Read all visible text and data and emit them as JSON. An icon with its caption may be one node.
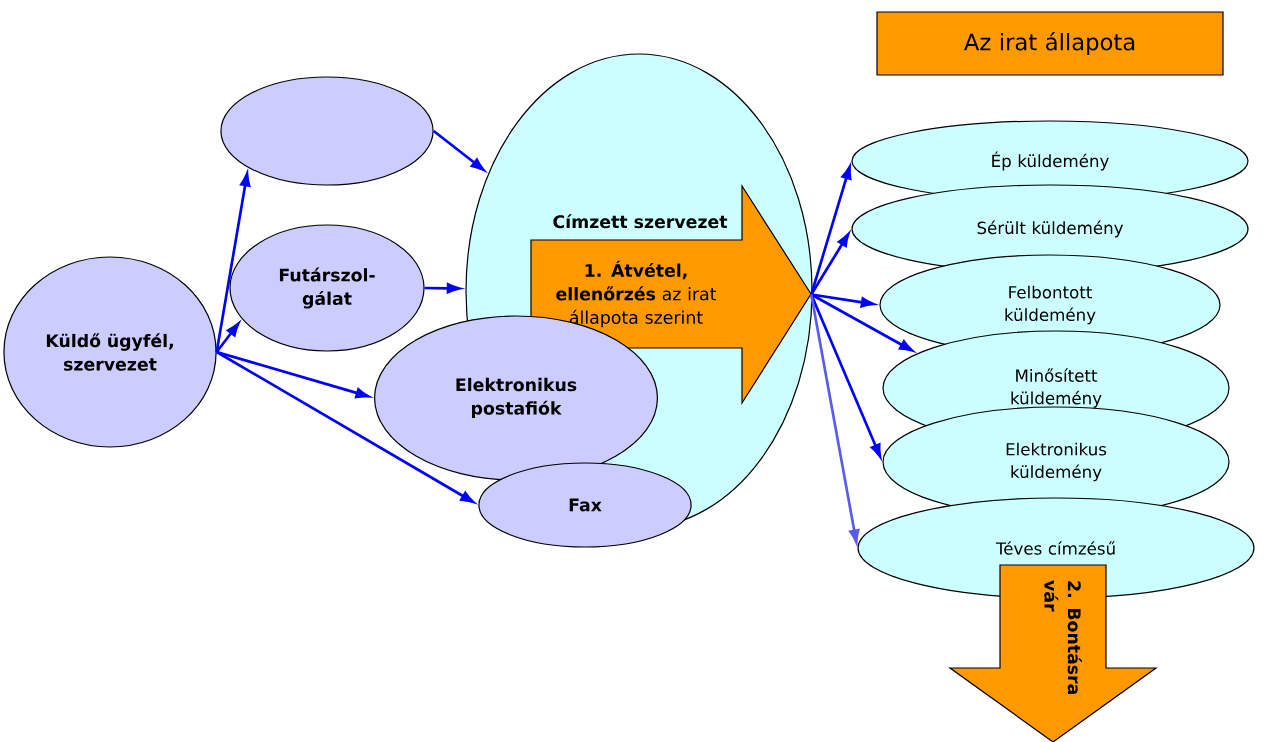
{
  "diagram": {
    "nodes": [
      {
        "text": [
          "Küldő ügyfél, szervezet"
        ]
      },
      {
        "text": [],
        "shape": "ellipse"
      },
      {
        "text": [
          "Futárszol-gálat"
        ]
      },
      {
        "text": [
          "Címzett szervezet"
        ]
      },
      {
        "text": [
          "**1. Átvétel, ellenőrzés** az irat állapota szerint"
        ],
        "in": 3
      },
      {
        "text": [
          "Elektronikus postafiók"
        ]
      },
      {
        "text": [
          "Fax"
        ]
      },
      {
        "text": [
          "Az irat állapota"
        ]
      },
      {
        "text": [
          "Ép küldemény"
        ]
      },
      {
        "text": [
          "Sérült küldemény"
        ]
      },
      {
        "text": [
          "Felbontott küldemény"
        ]
      },
      {
        "text": [
          "Minősített küldemény"
        ]
      },
      {
        "text": [
          "Elektronikus küldemény"
        ]
      },
      {
        "text": [
          "Téves címzésű"
        ]
      },
      {
        "text": [
          "2. Bontásra vár"
        ]
      }
    ],
    "edges": [
      {
        "from": 0,
        "to": 1,
        "arrow": "to"
      },
      {
        "from": 0,
        "to": 2,
        "arrow": "to"
      },
      {
        "from": 0,
        "to": 5,
        "arrow": "to"
      },
      {
        "from": 0,
        "to": 6,
        "arrow": "to"
      },
      {
        "from": 1,
        "to": 3,
        "arrow": "to"
      },
      {
        "from": 2,
        "to": 3,
        "arrow": "to"
      },
      {
        "from": 4,
        "to": 8,
        "arrow": "to"
      },
      {
        "from": 4,
        "to": 9,
        "arrow": "to"
      },
      {
        "from": 4,
        "to": 10,
        "arrow": "to"
      },
      {
        "from": 4,
        "to": 11,
        "arrow": "to"
      },
      {
        "from": 4,
        "to": 12,
        "arrow": "to"
      },
      {
        "from": 4,
        "to": 13,
        "arrow": "to",
        "color": "#5a5af0"
      }
    ]
  }
}
